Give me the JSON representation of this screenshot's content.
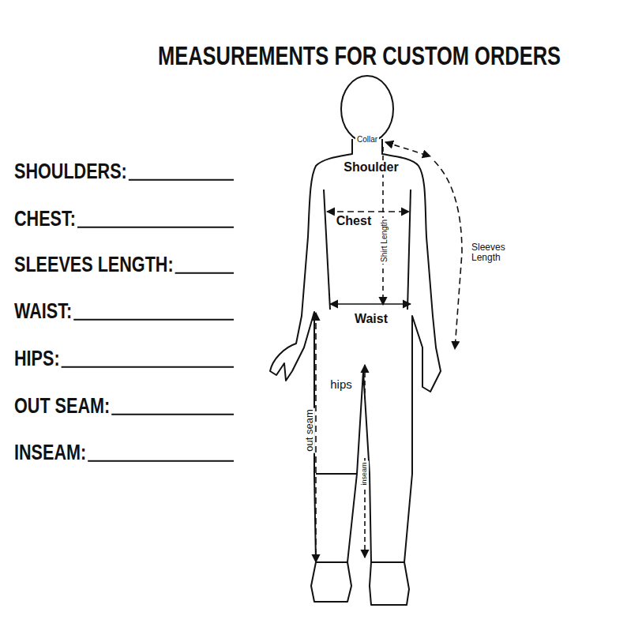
{
  "diagram": {
    "title": "MEASUREMENTS FOR CUSTOM ORDERS",
    "labels": [
      "SHOULDERS:",
      "CHEST:",
      "SLEEVES LENGTH:",
      "WAIST:",
      "HIPS:",
      "OUT SEAM:",
      "INSEAM:",
      "Collar",
      "Shoulder",
      "Chest",
      "Shirt Length",
      "Sleeves Length",
      "Waist",
      "hips",
      "out seam",
      "inseam"
    ]
  }
}
